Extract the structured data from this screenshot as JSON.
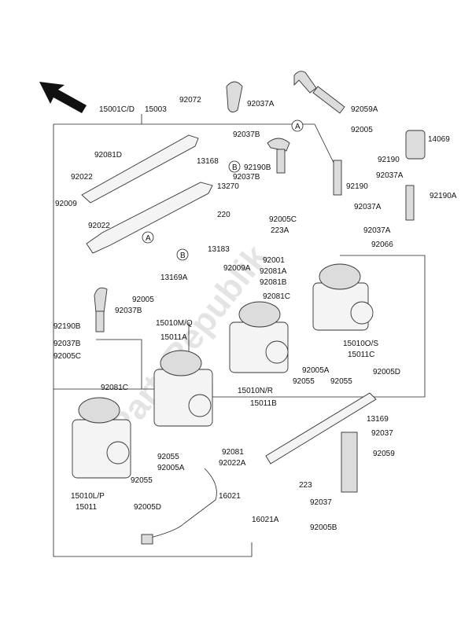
{
  "watermark": "PartsRepublik",
  "callout_a": "A",
  "callout_b": "B",
  "labels": {
    "l15001": "15001C/D",
    "l15003": "15003",
    "l92072": "92072",
    "l92037a_top": "92037A",
    "l92059a": "92059A",
    "l92005_top": "92005",
    "l14069": "14069",
    "l92190_r1": "92190",
    "l92190_r2": "92190",
    "l92037a_r1": "92037A",
    "l92190a": "92190A",
    "l92037a_r2": "92037A",
    "l92037a_r3": "92037A",
    "l92066": "92066",
    "l92037b_top": "92037B",
    "l92190b_top": "92190B",
    "l92037b_mid": "92037B",
    "l92005c_mid": "92005C",
    "l223a": "223A",
    "l92081d": "92081D",
    "l13168": "13168",
    "l92022_top": "92022",
    "l13270": "13270",
    "l92009": "92009",
    "l220": "220",
    "l92022_mid": "92022",
    "l13183": "13183",
    "l92001": "92001",
    "l13169a": "13169A",
    "l92009a": "92009A",
    "l92081a": "92081A",
    "l92081b": "92081B",
    "l92005_left": "92005",
    "l92037b_left": "92037B",
    "l92081c_mid": "92081C",
    "l92190b_left": "92190B",
    "l92037b_left2": "92037B",
    "l92005c_left": "92005C",
    "l15010mq": "15010M/Q",
    "l15011a": "15011A",
    "l15010os": "15010O/S",
    "l15011c": "15011C",
    "l92005d_right": "92005D",
    "l92005a_right": "92005A",
    "l92055_r1": "92055",
    "l92055_r2": "92055",
    "l15010nr": "15010N/R",
    "l15011b": "15011B",
    "l92081c_left": "92081C",
    "l13169": "13169",
    "l92037_r": "92037",
    "l92059": "92059",
    "l223": "223",
    "l92037_r2": "92037",
    "l92005b": "92005B",
    "l92055_l1": "92055",
    "l92005a_left": "92005A",
    "l92055_l2": "92055",
    "l92005d_left": "92005D",
    "l92081": "92081",
    "l92022a": "92022A",
    "l15010lp": "15010L/P",
    "l15011": "15011",
    "l16021": "16021",
    "l16021a": "16021A"
  }
}
